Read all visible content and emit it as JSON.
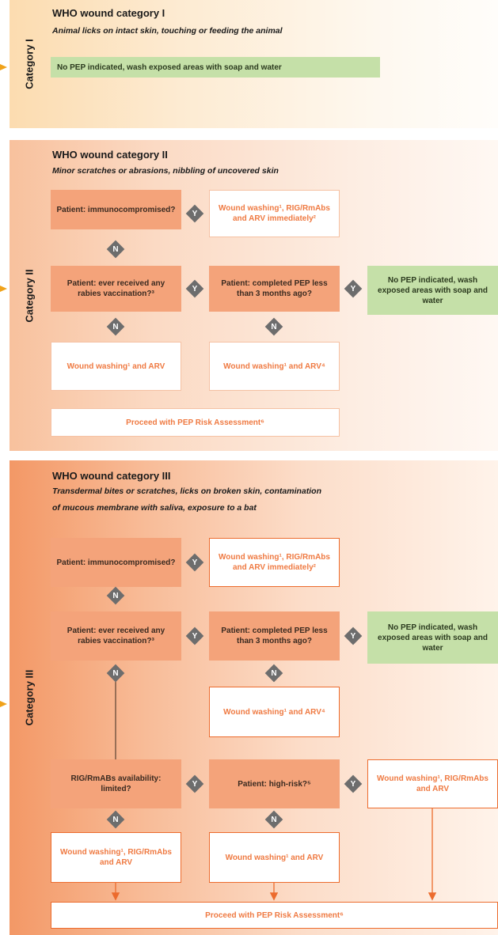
{
  "cat1": {
    "side_label": "Category I",
    "title": "WHO wound category I",
    "subtitle": "Animal licks on intact skin, touching or feeding the animal",
    "outcome": "No PEP indicated, wash exposed areas with soap and water"
  },
  "cat2": {
    "side_label": "Category II",
    "title": "WHO wound category II",
    "subtitle": "Minor scratches or abrasions, nibbling of uncovered skin",
    "q_immuno": "Patient: immunocompromised?",
    "o_immuno": "Wound washing¹, RIG/RmAbs and ARV immediately²",
    "q_vacc": "Patient: ever received any rabies vaccination?³",
    "q_pep": "Patient: completed PEP less than 3 months ago?",
    "o_nopep": "No PEP indicated, wash exposed areas with soap and water",
    "o_wash1": "Wound washing¹ and ARV",
    "o_wash2": "Wound washing¹ and ARV⁴",
    "proceed": "Proceed with PEP Risk Assessment⁶"
  },
  "cat3": {
    "side_label": "Category III",
    "title": "WHO wound category III",
    "subtitle_line1": "Transdermal bites or scratches, licks on broken skin, contamination",
    "subtitle_line2": "of mucous membrane with saliva, exposure to a bat",
    "q_immuno": "Patient: immunocompromised?",
    "o_immuno": "Wound washing¹, RIG/RmAbs and ARV immediately²",
    "q_vacc": "Patient: ever received any rabies vaccination?³",
    "q_pep": "Patient: completed PEP less than 3 months ago?",
    "o_nopep": "No PEP indicated, wash exposed areas with soap and water",
    "o_wash_arv": "Wound washing¹ and ARV⁴",
    "q_rig": "RIG/RmABs availability: limited?",
    "q_highrisk": "Patient: high-risk?⁵",
    "o_highrisk": "Wound washing¹, RIG/RmAbs and ARV",
    "o_rig_n": "Wound washing¹, RIG/RmAbs and ARV",
    "o_hr_n": "Wound washing¹ and ARV",
    "proceed": "Proceed with PEP Risk Assessment⁶"
  },
  "labels": {
    "yes": "Y",
    "no": "N"
  },
  "colors": {
    "question": "#f4a37a",
    "outcome_text": "#ef7a42",
    "green": "#c5e0a8",
    "diamond": "#6d6d6d",
    "arrow": "#f0a21a",
    "connector": "#ec6b2d"
  }
}
